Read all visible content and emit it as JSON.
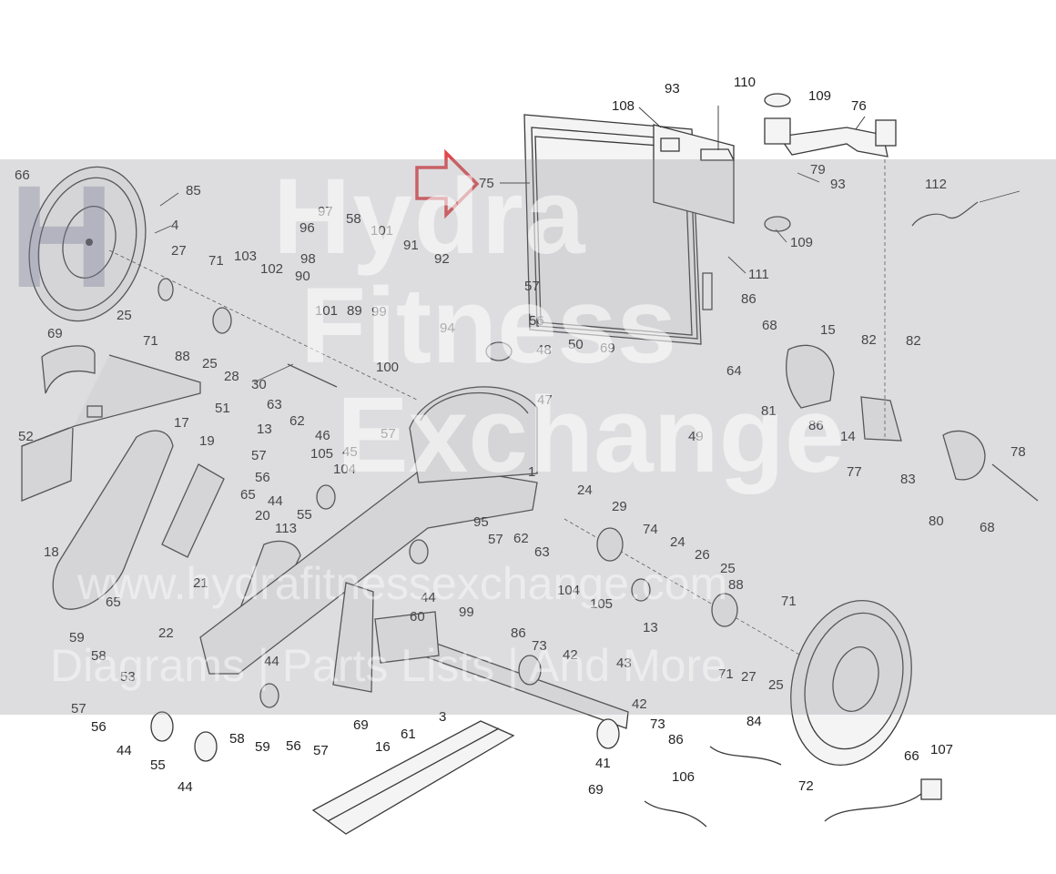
{
  "diagram": {
    "callouts": [
      {
        "id": "c93a",
        "text": "93"
      },
      {
        "id": "c110",
        "text": "110"
      },
      {
        "id": "c109a",
        "text": "109"
      },
      {
        "id": "c108",
        "text": "108"
      },
      {
        "id": "c76",
        "text": "76"
      },
      {
        "id": "c79",
        "text": "79"
      },
      {
        "id": "c93b",
        "text": "93"
      },
      {
        "id": "c75",
        "text": "75"
      },
      {
        "id": "c109b",
        "text": "109"
      },
      {
        "id": "c111",
        "text": "111"
      },
      {
        "id": "c86a",
        "text": "86"
      },
      {
        "id": "c112",
        "text": "112"
      },
      {
        "id": "c66a",
        "text": "66"
      },
      {
        "id": "c85",
        "text": "85"
      },
      {
        "id": "c4",
        "text": "4"
      },
      {
        "id": "c27a",
        "text": "27"
      },
      {
        "id": "c71a",
        "text": "71"
      },
      {
        "id": "c25a",
        "text": "25"
      },
      {
        "id": "c71b",
        "text": "71"
      },
      {
        "id": "c88a",
        "text": "88"
      },
      {
        "id": "c103",
        "text": "103"
      },
      {
        "id": "c102",
        "text": "102"
      },
      {
        "id": "c90",
        "text": "90"
      },
      {
        "id": "c97",
        "text": "97"
      },
      {
        "id": "c58a",
        "text": "58"
      },
      {
        "id": "c96",
        "text": "96"
      },
      {
        "id": "c98",
        "text": "98"
      },
      {
        "id": "c101a",
        "text": "101"
      },
      {
        "id": "c91",
        "text": "91"
      },
      {
        "id": "c92",
        "text": "92"
      },
      {
        "id": "c101b",
        "text": "101"
      },
      {
        "id": "c89",
        "text": "89"
      },
      {
        "id": "c99a",
        "text": "99"
      },
      {
        "id": "c94",
        "text": "94"
      },
      {
        "id": "c100",
        "text": "100"
      },
      {
        "id": "c25b",
        "text": "25"
      },
      {
        "id": "c28",
        "text": "28"
      },
      {
        "id": "c30",
        "text": "30"
      },
      {
        "id": "c57a",
        "text": "57"
      },
      {
        "id": "c56a",
        "text": "56"
      },
      {
        "id": "c48",
        "text": "48"
      },
      {
        "id": "c50",
        "text": "50"
      },
      {
        "id": "c69a",
        "text": "69"
      },
      {
        "id": "c64",
        "text": "64"
      },
      {
        "id": "c47",
        "text": "47"
      },
      {
        "id": "c49",
        "text": "49"
      },
      {
        "id": "c68a",
        "text": "68"
      },
      {
        "id": "c15",
        "text": "15"
      },
      {
        "id": "c82a",
        "text": "82"
      },
      {
        "id": "c82b",
        "text": "82"
      },
      {
        "id": "c81",
        "text": "81"
      },
      {
        "id": "c86b",
        "text": "86"
      },
      {
        "id": "c14",
        "text": "14"
      },
      {
        "id": "c77",
        "text": "77"
      },
      {
        "id": "c83",
        "text": "83"
      },
      {
        "id": "c78",
        "text": "78"
      },
      {
        "id": "c80",
        "text": "80"
      },
      {
        "id": "c68b",
        "text": "68"
      },
      {
        "id": "c69b",
        "text": "69"
      },
      {
        "id": "c51",
        "text": "51"
      },
      {
        "id": "c52",
        "text": "52"
      },
      {
        "id": "c63a",
        "text": "63"
      },
      {
        "id": "c62a",
        "text": "62"
      },
      {
        "id": "c46",
        "text": "46"
      },
      {
        "id": "c57b",
        "text": "57"
      },
      {
        "id": "c17",
        "text": "17"
      },
      {
        "id": "c13a",
        "text": "13"
      },
      {
        "id": "c45",
        "text": "45"
      },
      {
        "id": "c1",
        "text": "1"
      },
      {
        "id": "c57c",
        "text": "57"
      },
      {
        "id": "c105a",
        "text": "105"
      },
      {
        "id": "c19",
        "text": "19"
      },
      {
        "id": "c56b",
        "text": "56"
      },
      {
        "id": "c104a",
        "text": "104"
      },
      {
        "id": "c65a",
        "text": "65"
      },
      {
        "id": "c44a",
        "text": "44"
      },
      {
        "id": "c55a",
        "text": "55"
      },
      {
        "id": "c24a",
        "text": "24"
      },
      {
        "id": "c29",
        "text": "29"
      },
      {
        "id": "c20",
        "text": "20"
      },
      {
        "id": "c113",
        "text": "113"
      },
      {
        "id": "c95",
        "text": "95"
      },
      {
        "id": "c74",
        "text": "74"
      },
      {
        "id": "c24b",
        "text": "24"
      },
      {
        "id": "c18",
        "text": "18"
      },
      {
        "id": "c57d",
        "text": "57"
      },
      {
        "id": "c62b",
        "text": "62"
      },
      {
        "id": "c63b",
        "text": "63"
      },
      {
        "id": "c26",
        "text": "26"
      },
      {
        "id": "c25c",
        "text": "25"
      },
      {
        "id": "c88b",
        "text": "88"
      },
      {
        "id": "c104b",
        "text": "104"
      },
      {
        "id": "c105b",
        "text": "105"
      },
      {
        "id": "c71c",
        "text": "71"
      },
      {
        "id": "c21",
        "text": "21"
      },
      {
        "id": "c44b",
        "text": "44"
      },
      {
        "id": "c65b",
        "text": "65"
      },
      {
        "id": "c99b",
        "text": "99"
      },
      {
        "id": "c13b",
        "text": "13"
      },
      {
        "id": "c60",
        "text": "60"
      },
      {
        "id": "c59a",
        "text": "59"
      },
      {
        "id": "c22",
        "text": "22"
      },
      {
        "id": "c86c",
        "text": "86"
      },
      {
        "id": "c73a",
        "text": "73"
      },
      {
        "id": "c42a",
        "text": "42"
      },
      {
        "id": "c58b",
        "text": "58"
      },
      {
        "id": "c43",
        "text": "43"
      },
      {
        "id": "c53",
        "text": "53"
      },
      {
        "id": "c71d",
        "text": "71"
      },
      {
        "id": "c27b",
        "text": "27"
      },
      {
        "id": "c25d",
        "text": "25"
      },
      {
        "id": "c44c",
        "text": "44"
      },
      {
        "id": "c57e",
        "text": "57"
      },
      {
        "id": "c3",
        "text": "3"
      },
      {
        "id": "c42b",
        "text": "42"
      },
      {
        "id": "c56c",
        "text": "56"
      },
      {
        "id": "c69c",
        "text": "69"
      },
      {
        "id": "c73b",
        "text": "73"
      },
      {
        "id": "c84",
        "text": "84"
      },
      {
        "id": "c86d",
        "text": "86"
      },
      {
        "id": "c58c",
        "text": "58"
      },
      {
        "id": "c59b",
        "text": "59"
      },
      {
        "id": "c56d",
        "text": "56"
      },
      {
        "id": "c57f",
        "text": "57"
      },
      {
        "id": "c61",
        "text": "61"
      },
      {
        "id": "c41",
        "text": "41"
      },
      {
        "id": "c44d",
        "text": "44"
      },
      {
        "id": "c55b",
        "text": "55"
      },
      {
        "id": "c16",
        "text": "16"
      },
      {
        "id": "c106",
        "text": "106"
      },
      {
        "id": "c66b",
        "text": "66"
      },
      {
        "id": "c107",
        "text": "107"
      },
      {
        "id": "c72",
        "text": "72"
      },
      {
        "id": "c44e",
        "text": "44"
      },
      {
        "id": "c69d",
        "text": "69"
      }
    ],
    "highlight": {
      "arrow_color": "#e0474c",
      "target_part": "75"
    },
    "watermark": {
      "brand_line1": "Hydra",
      "brand_line2": "Fitness",
      "brand_line3": "Exchange",
      "url": "www.hydrafitnessexchange.com",
      "tagline": "Diagrams | Parts Lists | And More"
    }
  }
}
